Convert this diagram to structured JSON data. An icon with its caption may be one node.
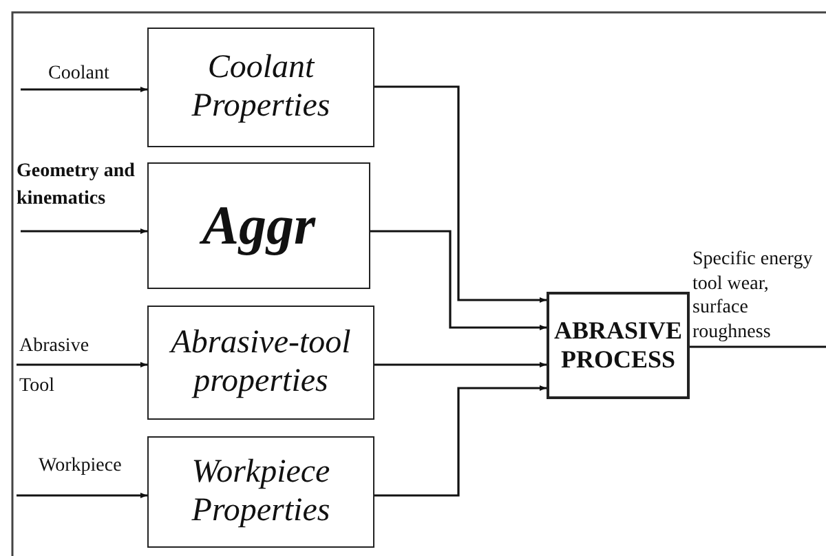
{
  "diagram": {
    "nodes": [
      {
        "text": [
          "Coolant Properties"
        ]
      },
      {
        "text": [
          "Aggr"
        ]
      },
      {
        "text": [
          "Abrasive-tool properties"
        ]
      },
      {
        "text": [
          "Workpiece Properties"
        ]
      },
      {
        "text": [
          "ABRASIVE PROCESS"
        ]
      }
    ],
    "edges": [
      {
        "from": null,
        "to": 0,
        "arrow": "to",
        "label": "Coolant"
      },
      {
        "from": null,
        "to": 1,
        "arrow": "to",
        "label": "Geometry and kinematics"
      },
      {
        "from": null,
        "to": 2,
        "arrow": "to",
        "label": "Abrasive Tool"
      },
      {
        "from": null,
        "to": 3,
        "arrow": "to",
        "label": "Workpiece"
      },
      {
        "from": 0,
        "to": 4,
        "arrow": "to"
      },
      {
        "from": 1,
        "to": 4,
        "arrow": "to"
      },
      {
        "from": 2,
        "to": 4,
        "arrow": "to"
      },
      {
        "from": 3,
        "to": 4,
        "arrow": "to"
      },
      {
        "from": 4,
        "to": null,
        "arrow": "none",
        "label": "Specific energy tool wear, surface roughness"
      }
    ]
  }
}
